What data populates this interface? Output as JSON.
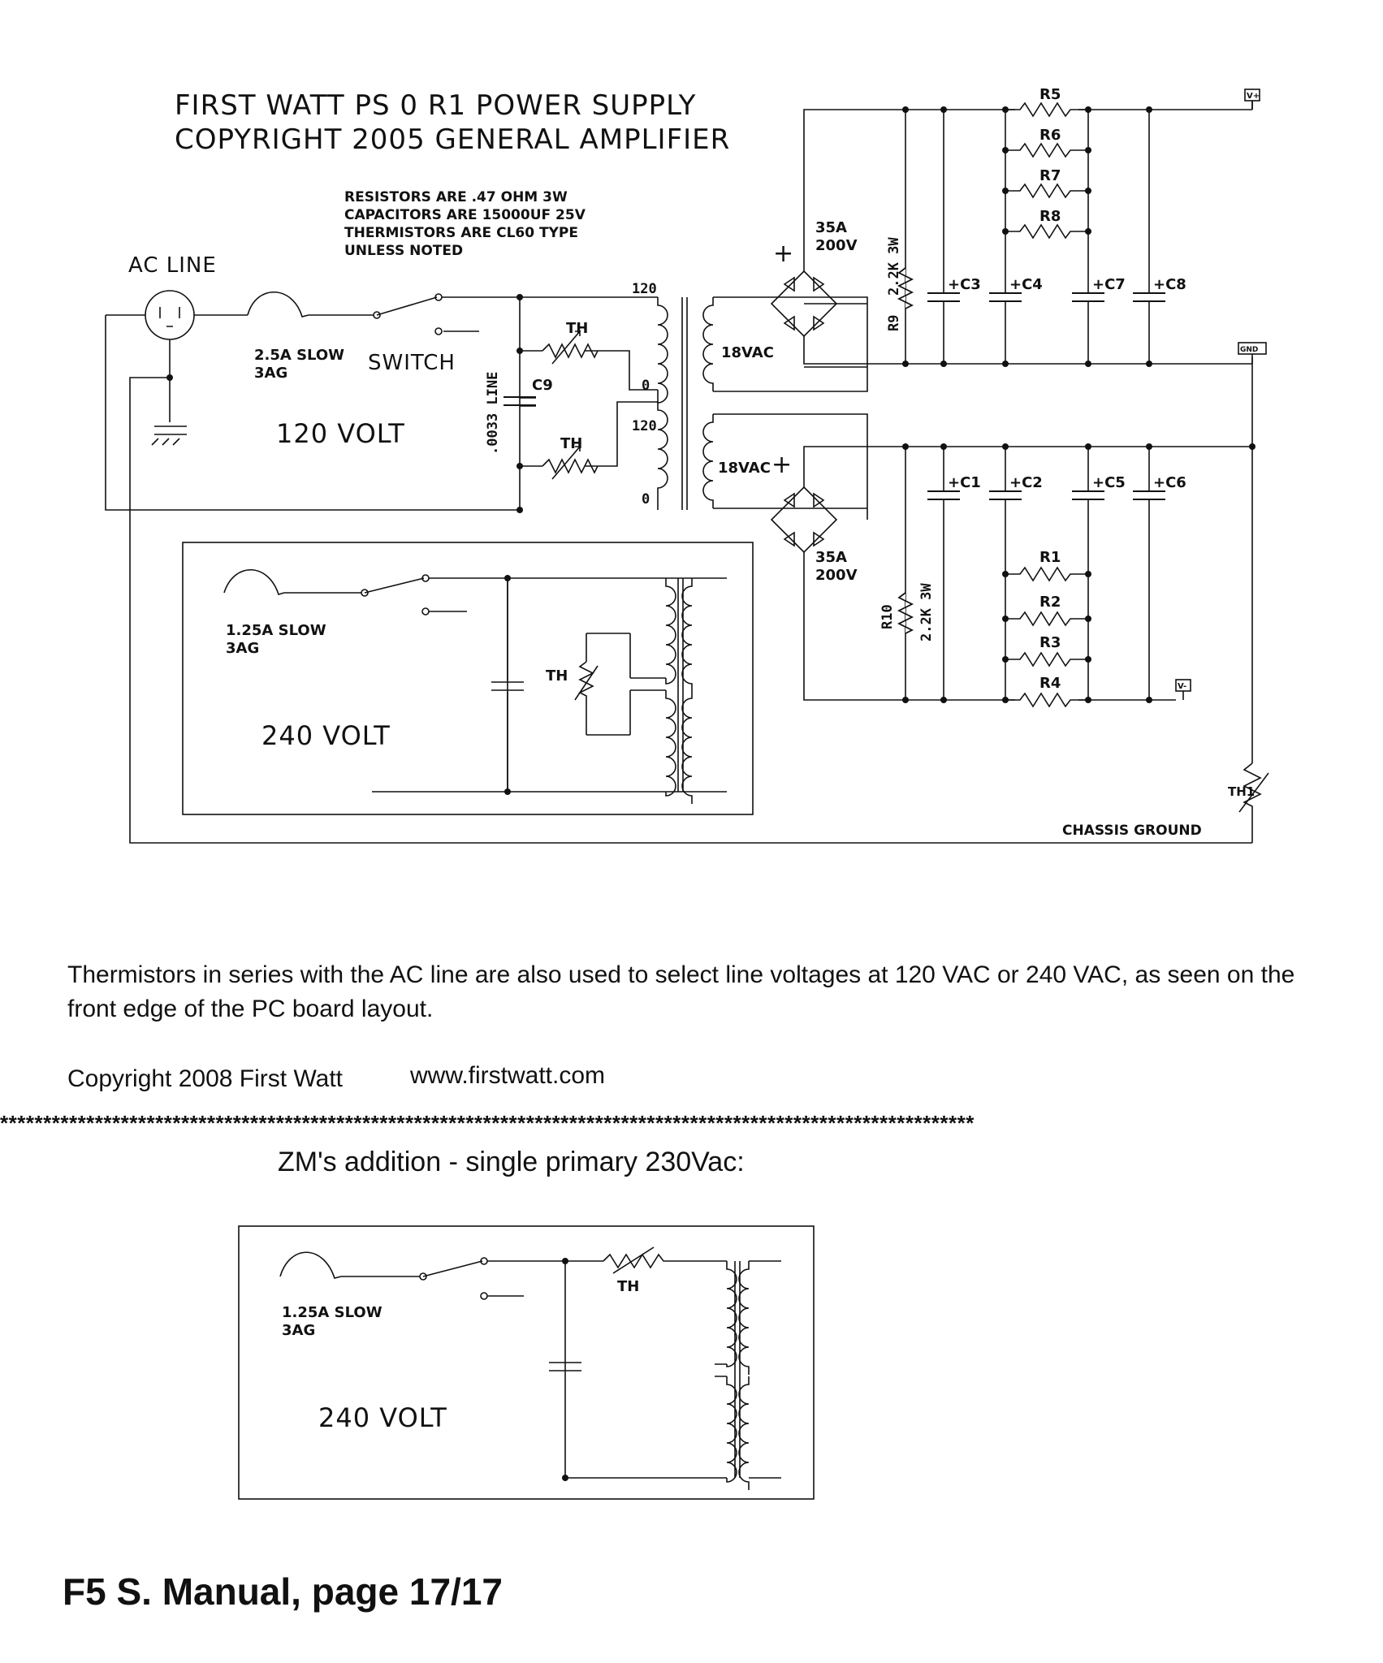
{
  "schematic": {
    "title_line1": "FIRST WATT   PS 0 R1   POWER SUPPLY",
    "title_line2": "COPYRIGHT 2005  GENERAL AMPLIFIER",
    "notes": [
      "RESISTORS ARE .47 OHM 3W",
      "CAPACITORS ARE 15000UF 25V",
      "THERMISTORS ARE CL60 TYPE",
      "UNLESS NOTED"
    ],
    "ac_line": "AC LINE",
    "fuse_main_line1": "2.5A SLOW",
    "fuse_main_line2": "3AG",
    "switch": "SWITCH",
    "volt_120": "120 VOLT",
    "c9": "C9",
    "c9_value": ".0033 LINE",
    "th": "TH",
    "tap_120": "120",
    "tap_0": "0",
    "vac18": "18VAC",
    "bridge_line1": "35A",
    "bridge_line2": "200V",
    "plus": "+",
    "r9": "R9",
    "r10": "R10",
    "bleeder_value": "2.2K 3W",
    "r_top": [
      "R5",
      "R6",
      "R7",
      "R8"
    ],
    "r_bottom": [
      "R1",
      "R2",
      "R3",
      "R4"
    ],
    "caps_top": [
      "+C3",
      "+C4",
      "+C7",
      "+C8"
    ],
    "caps_bottom": [
      "+C1",
      "+C2",
      "+C5",
      "+C6"
    ],
    "v_plus": "V+",
    "gnd": "GND",
    "v_minus": "V-",
    "th1": "TH1",
    "chassis_ground": "CHASSIS GROUND",
    "fuse_240_line1": "1.25A SLOW",
    "fuse_240_line2": "3AG",
    "volt_240": "240 VOLT"
  },
  "caption": "Thermistors in series with the AC line are also used to select line voltages at 120 VAC or 240 VAC, as seen on the front edge of the PC board layout.",
  "copyright": "Copyright 2008 First Watt",
  "website": "www.firstwatt.com",
  "separator": "*****************************************************************************************************************",
  "zm": {
    "title": "ZM's addition - single primary 230Vac:",
    "fuse_line1": "1.25A SLOW",
    "fuse_line2": "3AG",
    "th": "TH",
    "volt": "240 VOLT"
  },
  "footer": "F5 S. Manual, page 17/17"
}
